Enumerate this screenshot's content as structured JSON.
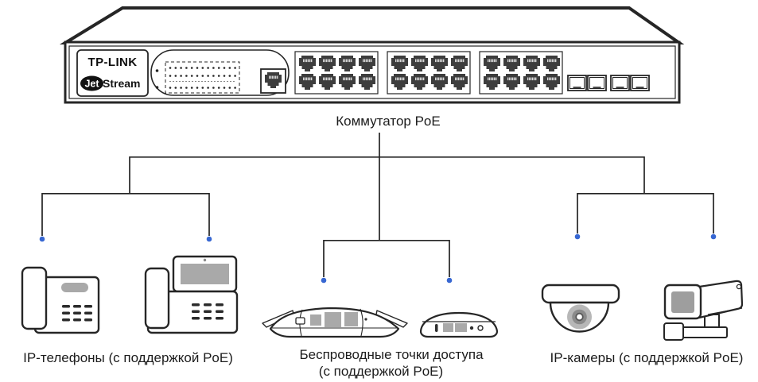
{
  "switch": {
    "brand": "TP-LINK",
    "series": {
      "prefix": "Jet",
      "suffix": "Stream"
    },
    "label": "Коммутатор PoE",
    "ports": {
      "rj45_count": 24,
      "sfp_count": 4,
      "console_count": 1
    }
  },
  "groups": [
    {
      "label": "IP-телефоны (с поддержкой PoE)",
      "devices": [
        "ip-phone-icon",
        "ip-video-phone-icon"
      ]
    },
    {
      "label_line1": "Беспроводные точки доступа",
      "label_line2": "(с поддержкой PoE)",
      "devices": [
        "access-point-large-icon",
        "access-point-small-icon"
      ]
    },
    {
      "label": "IP-камеры (с поддержкой PoE)",
      "devices": [
        "dome-camera-icon",
        "bullet-camera-icon"
      ]
    }
  ],
  "colors": {
    "outline": "#262626",
    "accent_blue": "#3767d2",
    "device_gray": "#a9a9a9",
    "port_dark": "#3d3d3d"
  }
}
